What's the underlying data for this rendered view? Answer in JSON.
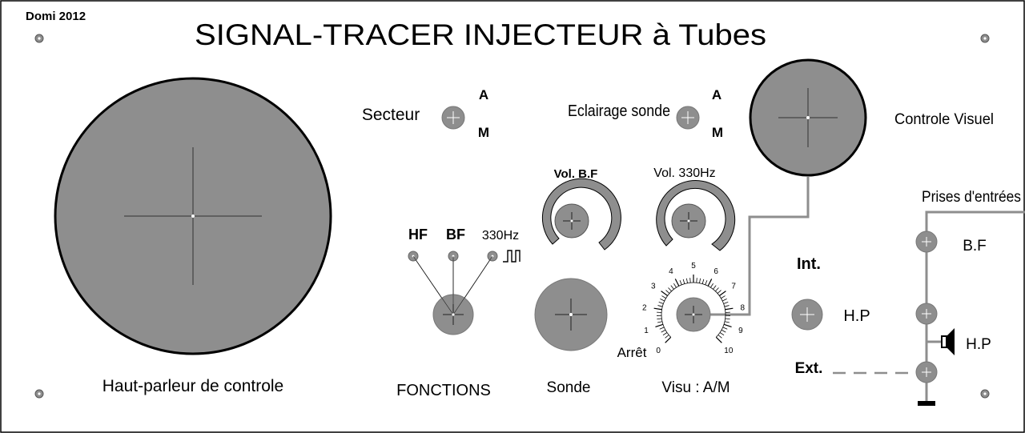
{
  "panel": {
    "author": "Domi 2012",
    "title": "SIGNAL-TRACER INJECTEUR à Tubes"
  },
  "speaker": {
    "label": "Haut-parleur de controle"
  },
  "secteur": {
    "label": "Secteur",
    "on": "A",
    "off": "M"
  },
  "eclairage": {
    "label": "Eclairage sonde",
    "on": "A",
    "off": "M"
  },
  "visual": {
    "label": "Controle Visuel"
  },
  "vol_bf": {
    "label": "Vol. B.F"
  },
  "vol_330": {
    "label": "Vol. 330Hz"
  },
  "fonctions": {
    "label": "FONCTIONS",
    "options": [
      "HF",
      "BF",
      "330Hz"
    ]
  },
  "sonde": {
    "label": "Sonde"
  },
  "visu": {
    "label": "Visu : A/M",
    "off_label": "Arrêt",
    "scale": [
      "0",
      "1",
      "2",
      "3",
      "4",
      "5",
      "6",
      "7",
      "8",
      "9",
      "10"
    ]
  },
  "inputs": {
    "label": "Prises d'entrées",
    "bf": "B.F",
    "hp": "H.P"
  },
  "hp_switch": {
    "int": "Int.",
    "hp": "H.P",
    "ext": "Ext."
  }
}
